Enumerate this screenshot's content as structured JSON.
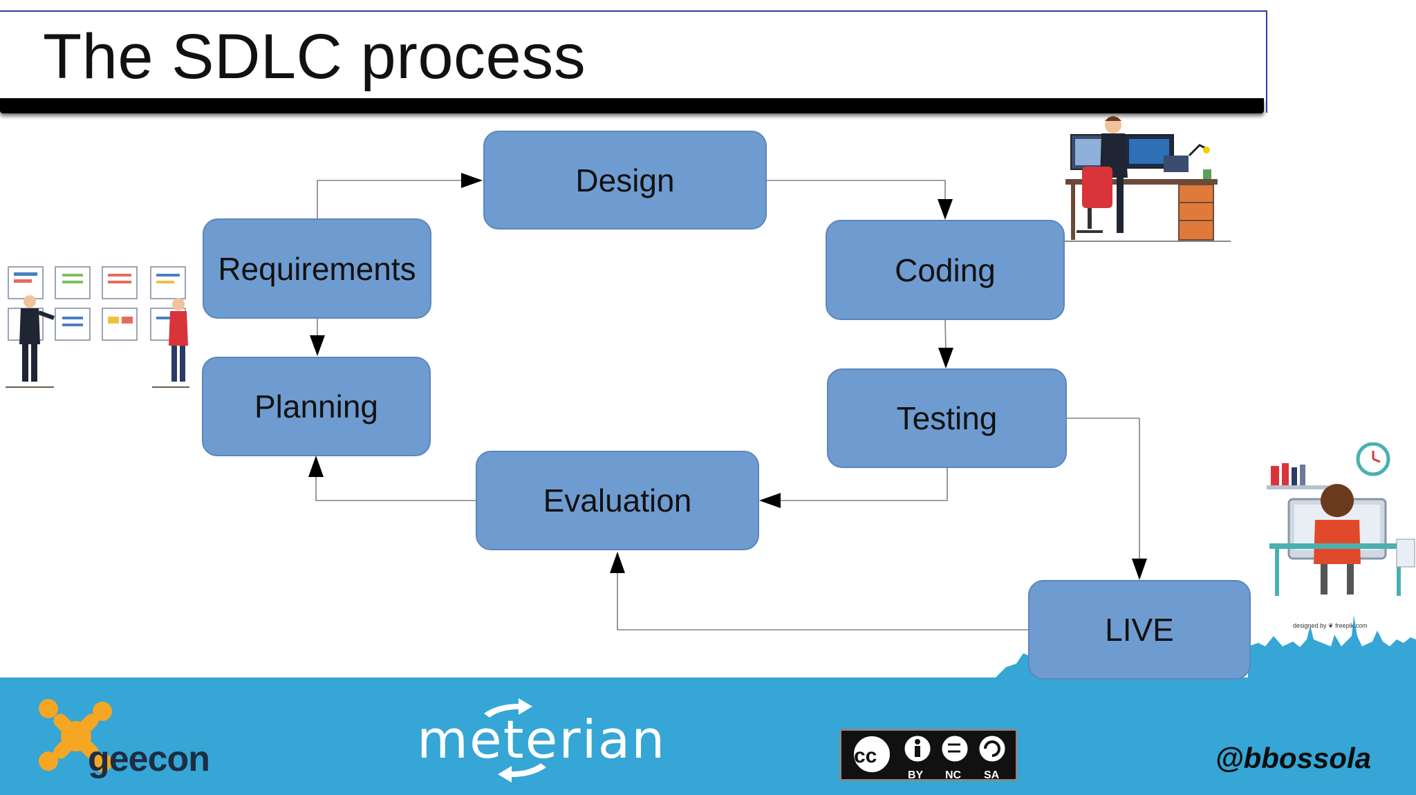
{
  "slide": {
    "title": "The SDLC process",
    "handle": "@bbossola",
    "illustration_credit": "designed by ❦ freepik.com"
  },
  "diagram": {
    "nodes": [
      {
        "id": "design",
        "label": "Design"
      },
      {
        "id": "requirements",
        "label": "Requirements"
      },
      {
        "id": "coding",
        "label": "Coding"
      },
      {
        "id": "planning",
        "label": "Planning"
      },
      {
        "id": "testing",
        "label": "Testing"
      },
      {
        "id": "evaluation",
        "label": "Evaluation"
      },
      {
        "id": "live",
        "label": "LIVE"
      }
    ],
    "edges": [
      {
        "from": "requirements",
        "to": "design"
      },
      {
        "from": "design",
        "to": "coding"
      },
      {
        "from": "coding",
        "to": "testing"
      },
      {
        "from": "testing",
        "to": "evaluation"
      },
      {
        "from": "testing",
        "to": "live"
      },
      {
        "from": "live",
        "to": "evaluation"
      },
      {
        "from": "evaluation",
        "to": "planning"
      },
      {
        "from": "requirements",
        "to": "planning"
      }
    ]
  },
  "footer": {
    "geecon_logo_text": "geecon",
    "meterian_logo_text": "meterian",
    "license_badge": {
      "main": "cc",
      "labels": [
        "BY",
        "NC",
        "SA"
      ]
    }
  },
  "colors": {
    "node_fill": "#6f9cd0",
    "node_border": "#5a86bd",
    "footer_band": "#35a6d5",
    "geecon_orange": "#f5a623",
    "title_rule": "#000000"
  },
  "icons": [
    "kanban-board-illustration",
    "developer-desk-illustration",
    "remote-worker-illustration",
    "city-skyline",
    "geecon-logo-icon",
    "meterian-arrows-icon",
    "creative-commons-icon"
  ]
}
